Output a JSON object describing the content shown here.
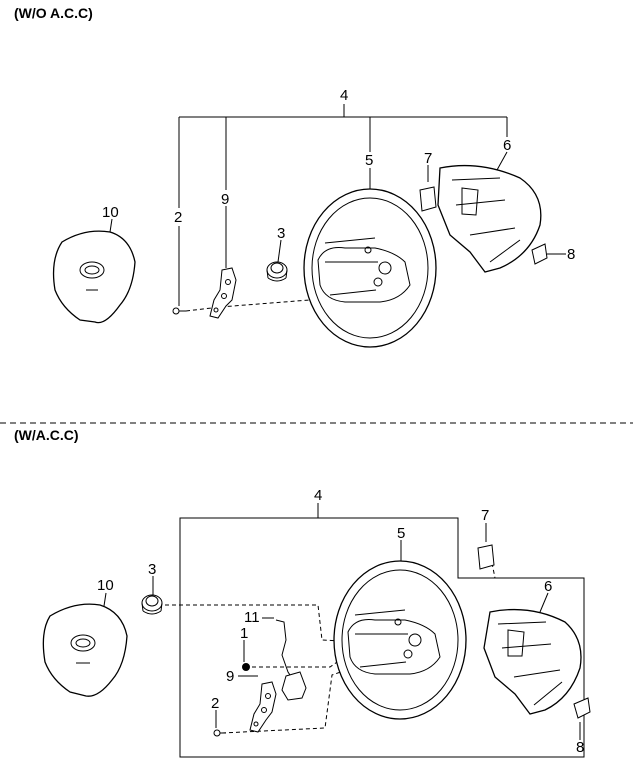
{
  "sections": [
    {
      "title": "(W/O A.C.C)"
    },
    {
      "title": "(W/A.C.C)"
    }
  ],
  "top_labels": {
    "n4": "4",
    "n2": "2",
    "n9": "9",
    "n5": "5",
    "n7": "7",
    "n6": "6",
    "n3": "3",
    "n10": "10",
    "n8": "8"
  },
  "bottom_labels": {
    "n4": "4",
    "n7": "7",
    "n5": "5",
    "n3": "3",
    "n10": "10",
    "n6": "6",
    "n11": "11",
    "n1": "1",
    "n9": "9",
    "n2": "2",
    "n8": "8"
  },
  "colors": {
    "line": "#000000",
    "paper": "#ffffff",
    "shade": "#cfcfcf"
  }
}
